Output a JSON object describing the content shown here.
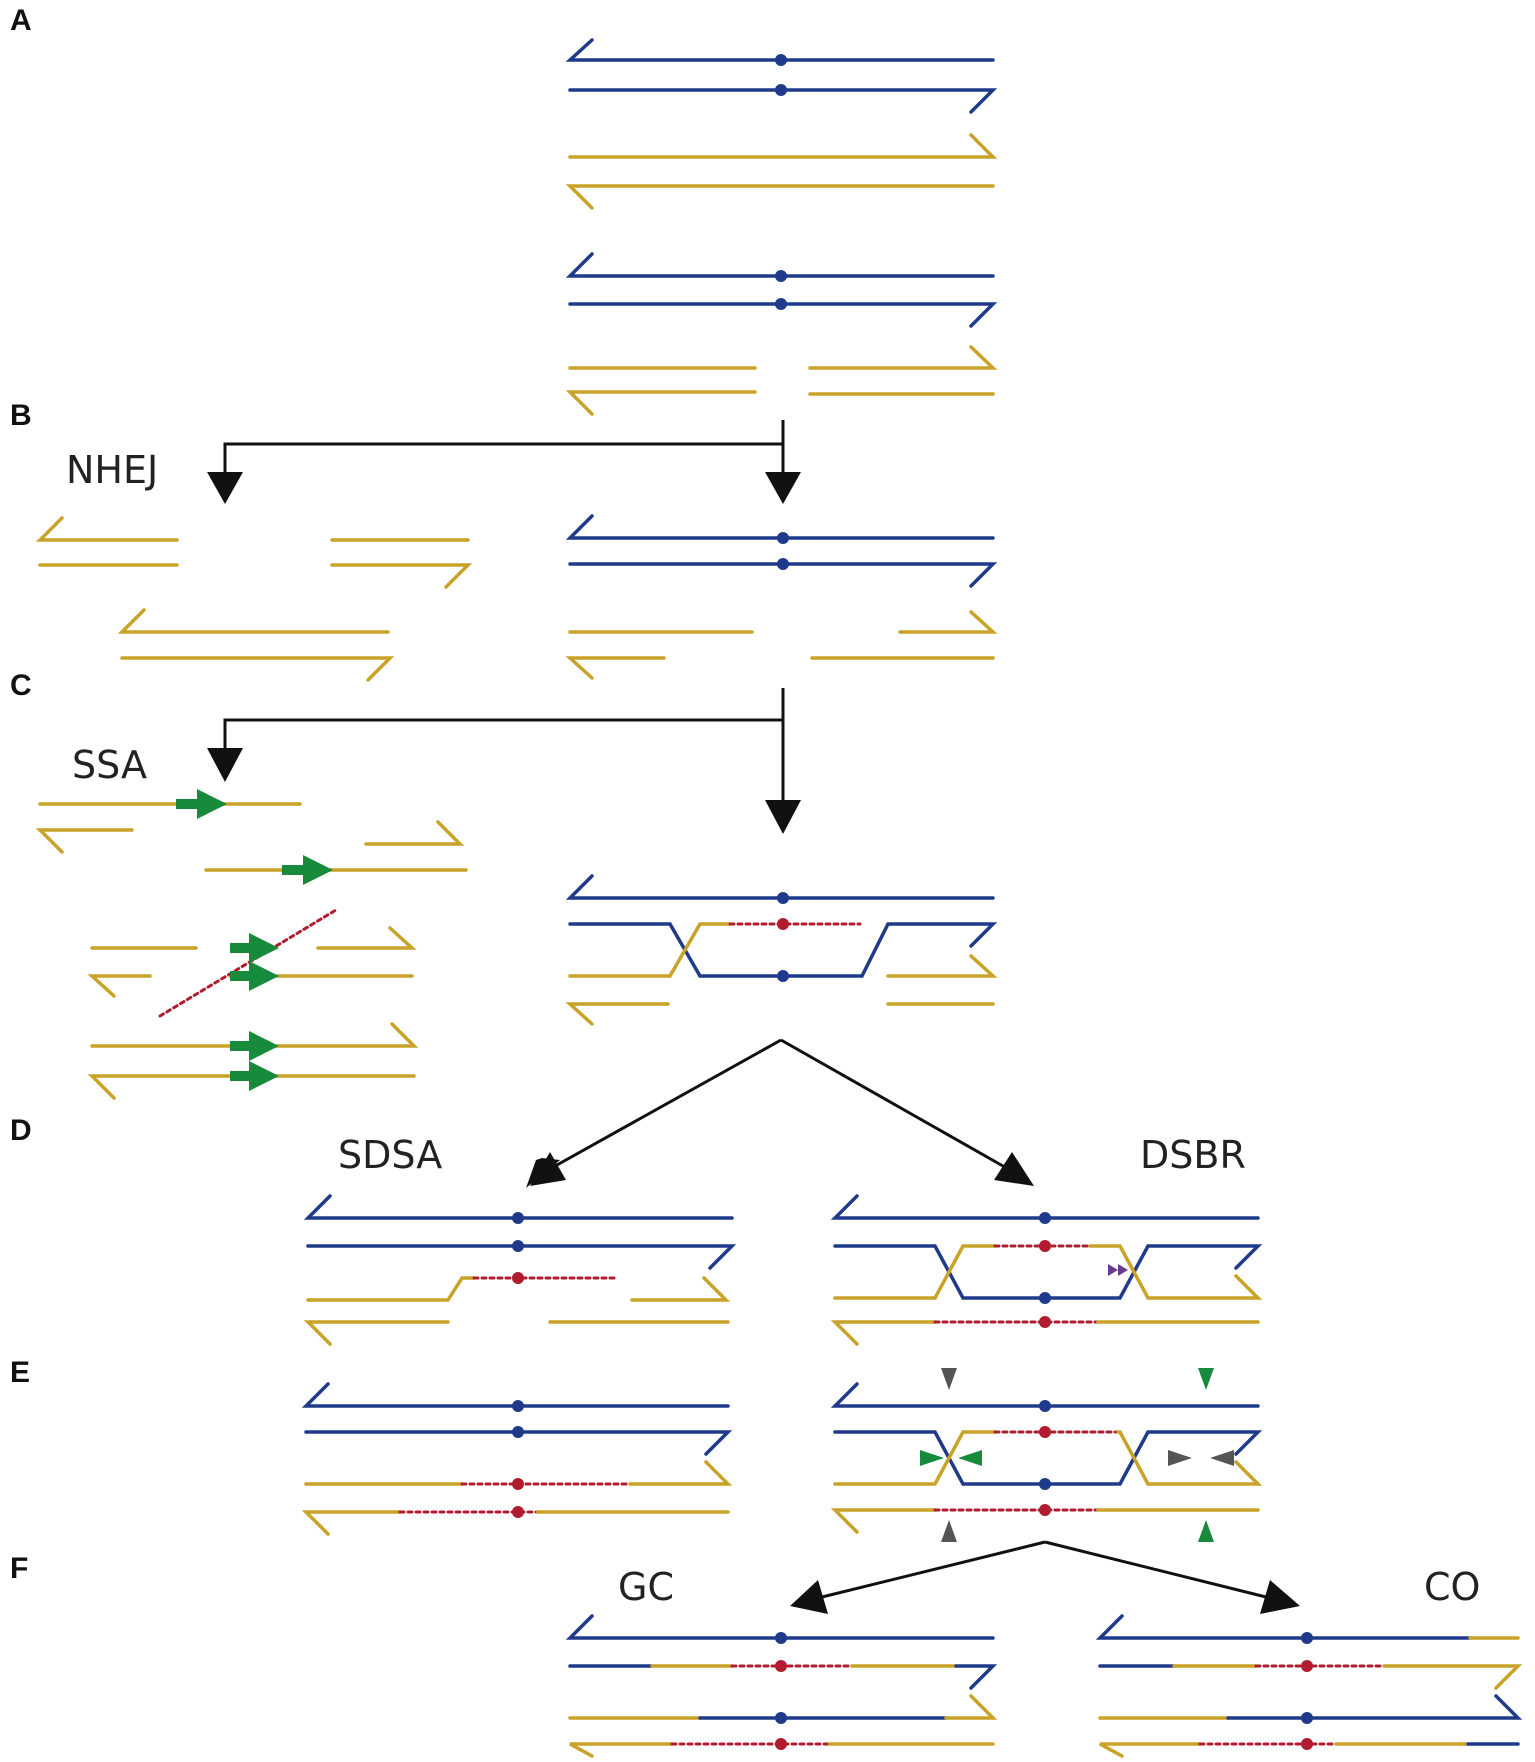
{
  "panels": {
    "a": "A",
    "b": "B",
    "c": "C",
    "d": "D",
    "e": "E",
    "f": "F"
  },
  "pathways": {
    "nhej": "NHEJ",
    "ssa": "SSA",
    "sdsa": "SDSA",
    "dsbr": "DSBR",
    "gc": "GC",
    "co": "CO"
  },
  "colors": {
    "blue_strand": "#1f3a8a",
    "gold_strand": "#c9a227",
    "new_synthesis": "#b01c2e",
    "arrow": "#111111",
    "repeat_arrow": "#178a3b",
    "gray_cut": "#555555",
    "green_cut": "#178a3b",
    "purple_mark": "#6b3a8e"
  }
}
